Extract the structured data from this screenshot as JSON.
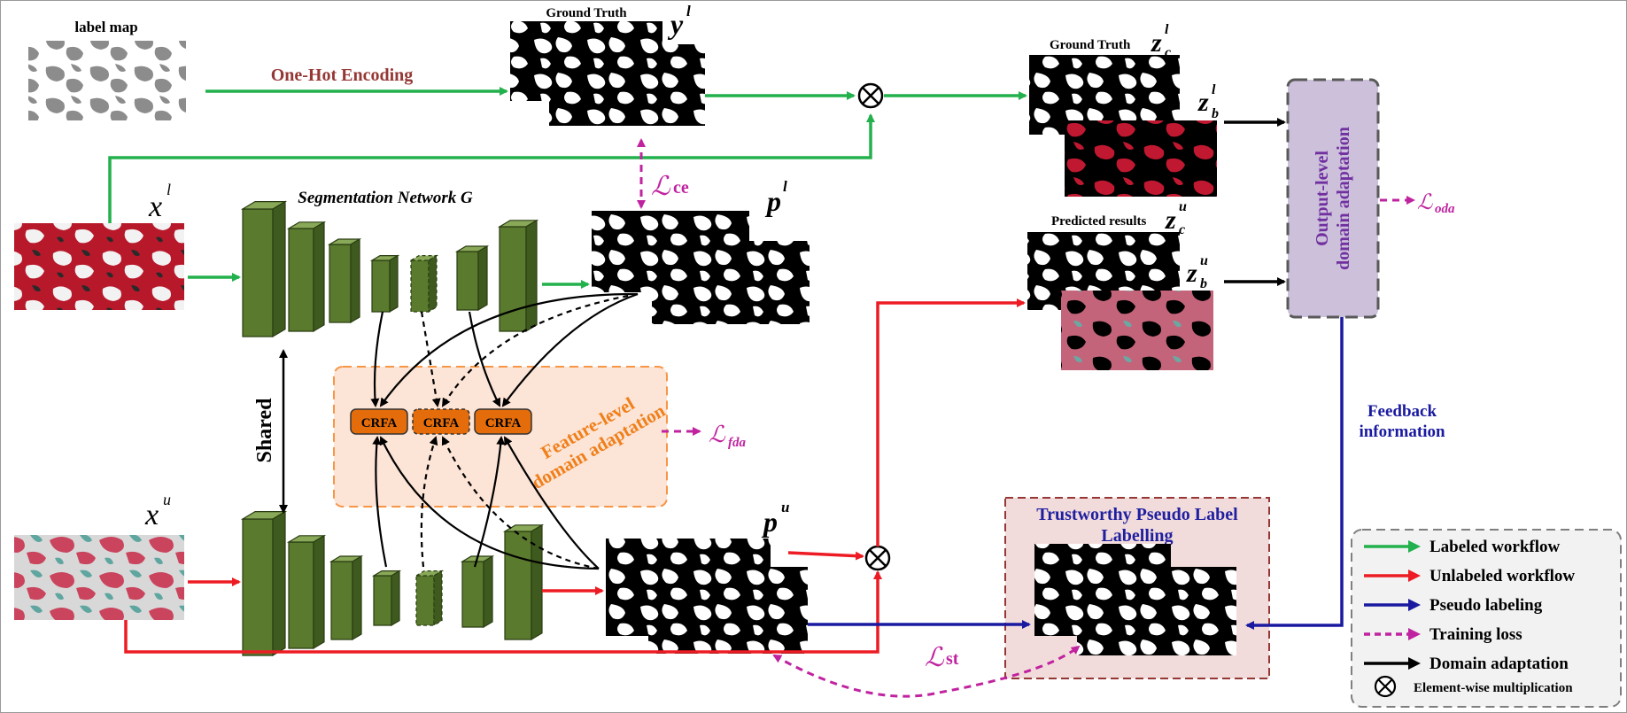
{
  "images": {
    "label_map": "label map",
    "ground_truth_top": "Ground Truth",
    "ground_truth_right": "Ground Truth",
    "predicted_results": "Predicted results"
  },
  "math": {
    "y_l": "y",
    "y_l_sup": "l",
    "x_l": "x",
    "x_l_sup": "l",
    "x_u": "x",
    "x_u_sup": "u",
    "p_l": "p",
    "p_l_sup": "l",
    "p_u": "p",
    "p_u_sup": "u",
    "zc_l": "z",
    "zc_l_sub": "c",
    "zc_l_sup": "l",
    "zb_l": "z",
    "zb_l_sub": "b",
    "zb_l_sup": "l",
    "zc_u": "z",
    "zc_u_sub": "c",
    "zc_u_sup": "u",
    "zb_u": "z",
    "zb_u_sub": "b",
    "zb_u_sup": "u",
    "L": "ℒ",
    "L_ce_sub": "ce",
    "L_st_sub": "st",
    "L_fda_sub": "fda",
    "L_oda_sub": "oda"
  },
  "labels": {
    "one_hot": "One-Hot Encoding",
    "seg_network": "Segmentation Network G",
    "shared": "Shared",
    "crfa": "CRFA",
    "fda_line1": "Feature-level",
    "fda_line2": "domain adaptation",
    "oda_line1": "Output-level",
    "oda_line2": "domain adaptation",
    "feedback_line1": "Feedback",
    "feedback_line2": "information",
    "tpl_line1": "Trustworthy Pseudo Label",
    "tpl_line2": "Labelling"
  },
  "legend": {
    "items": [
      {
        "label": "Labeled workflow",
        "color": "#22b14c",
        "style": "solid"
      },
      {
        "label": "Unlabeled workflow",
        "color": "#ed1c24",
        "style": "solid"
      },
      {
        "label": "Pseudo labeling",
        "color": "#1a1aa0",
        "style": "solid"
      },
      {
        "label": "Training loss",
        "color": "#c0239f",
        "style": "dashed"
      },
      {
        "label": "Domain adaptation",
        "color": "#000000",
        "style": "solid"
      }
    ],
    "multiplication_label": "Element-wise multiplication"
  },
  "colors": {
    "labeled": "#22b14c",
    "unlabeled": "#ed1c24",
    "pseudo": "#1a1aa0",
    "loss": "#c0239f",
    "black": "#000000",
    "crfa_fill": "#e46c0a",
    "fda_fill": "#fce4d6",
    "fda_border": "#f79646",
    "fda_text": "#f07f1a",
    "oda_fill": "#ccc0da",
    "oda_text": "#7030a0",
    "tpl_fill": "#f2dcdb",
    "tpl_border": "#953735",
    "tpl_text": "#1f1fa0",
    "one_hot_text": "#953735",
    "feedback_text": "#1a1aa0",
    "cuboid_front": "#5a7a2e",
    "cuboid_side": "#3f5a1f",
    "cuboid_top": "#89a858"
  }
}
